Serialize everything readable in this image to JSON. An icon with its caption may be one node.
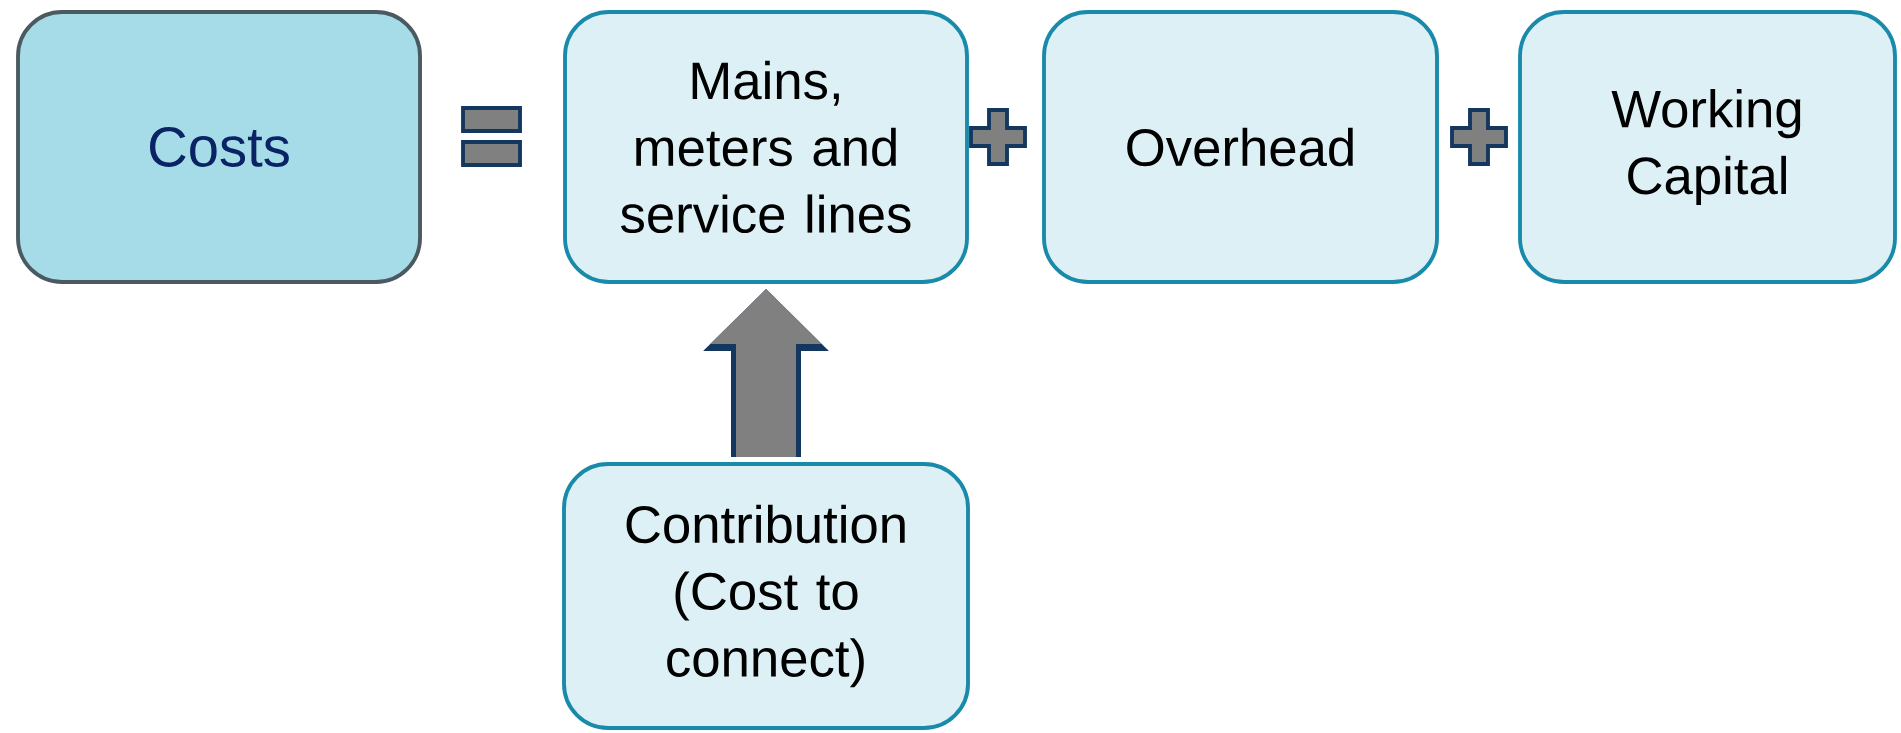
{
  "diagram": {
    "nodes": [
      {
        "text": [
          "Costs"
        ]
      },
      {
        "text": [
          "Mains, meters and service lines"
        ]
      },
      {
        "text": [
          "Overhead"
        ]
      },
      {
        "text": [
          "Working Capital"
        ]
      },
      {
        "text": [
          "Contribution (Cost to connect)"
        ]
      }
    ],
    "edges": [
      {
        "from": 4,
        "to": 1,
        "arrow": "to"
      }
    ]
  }
}
